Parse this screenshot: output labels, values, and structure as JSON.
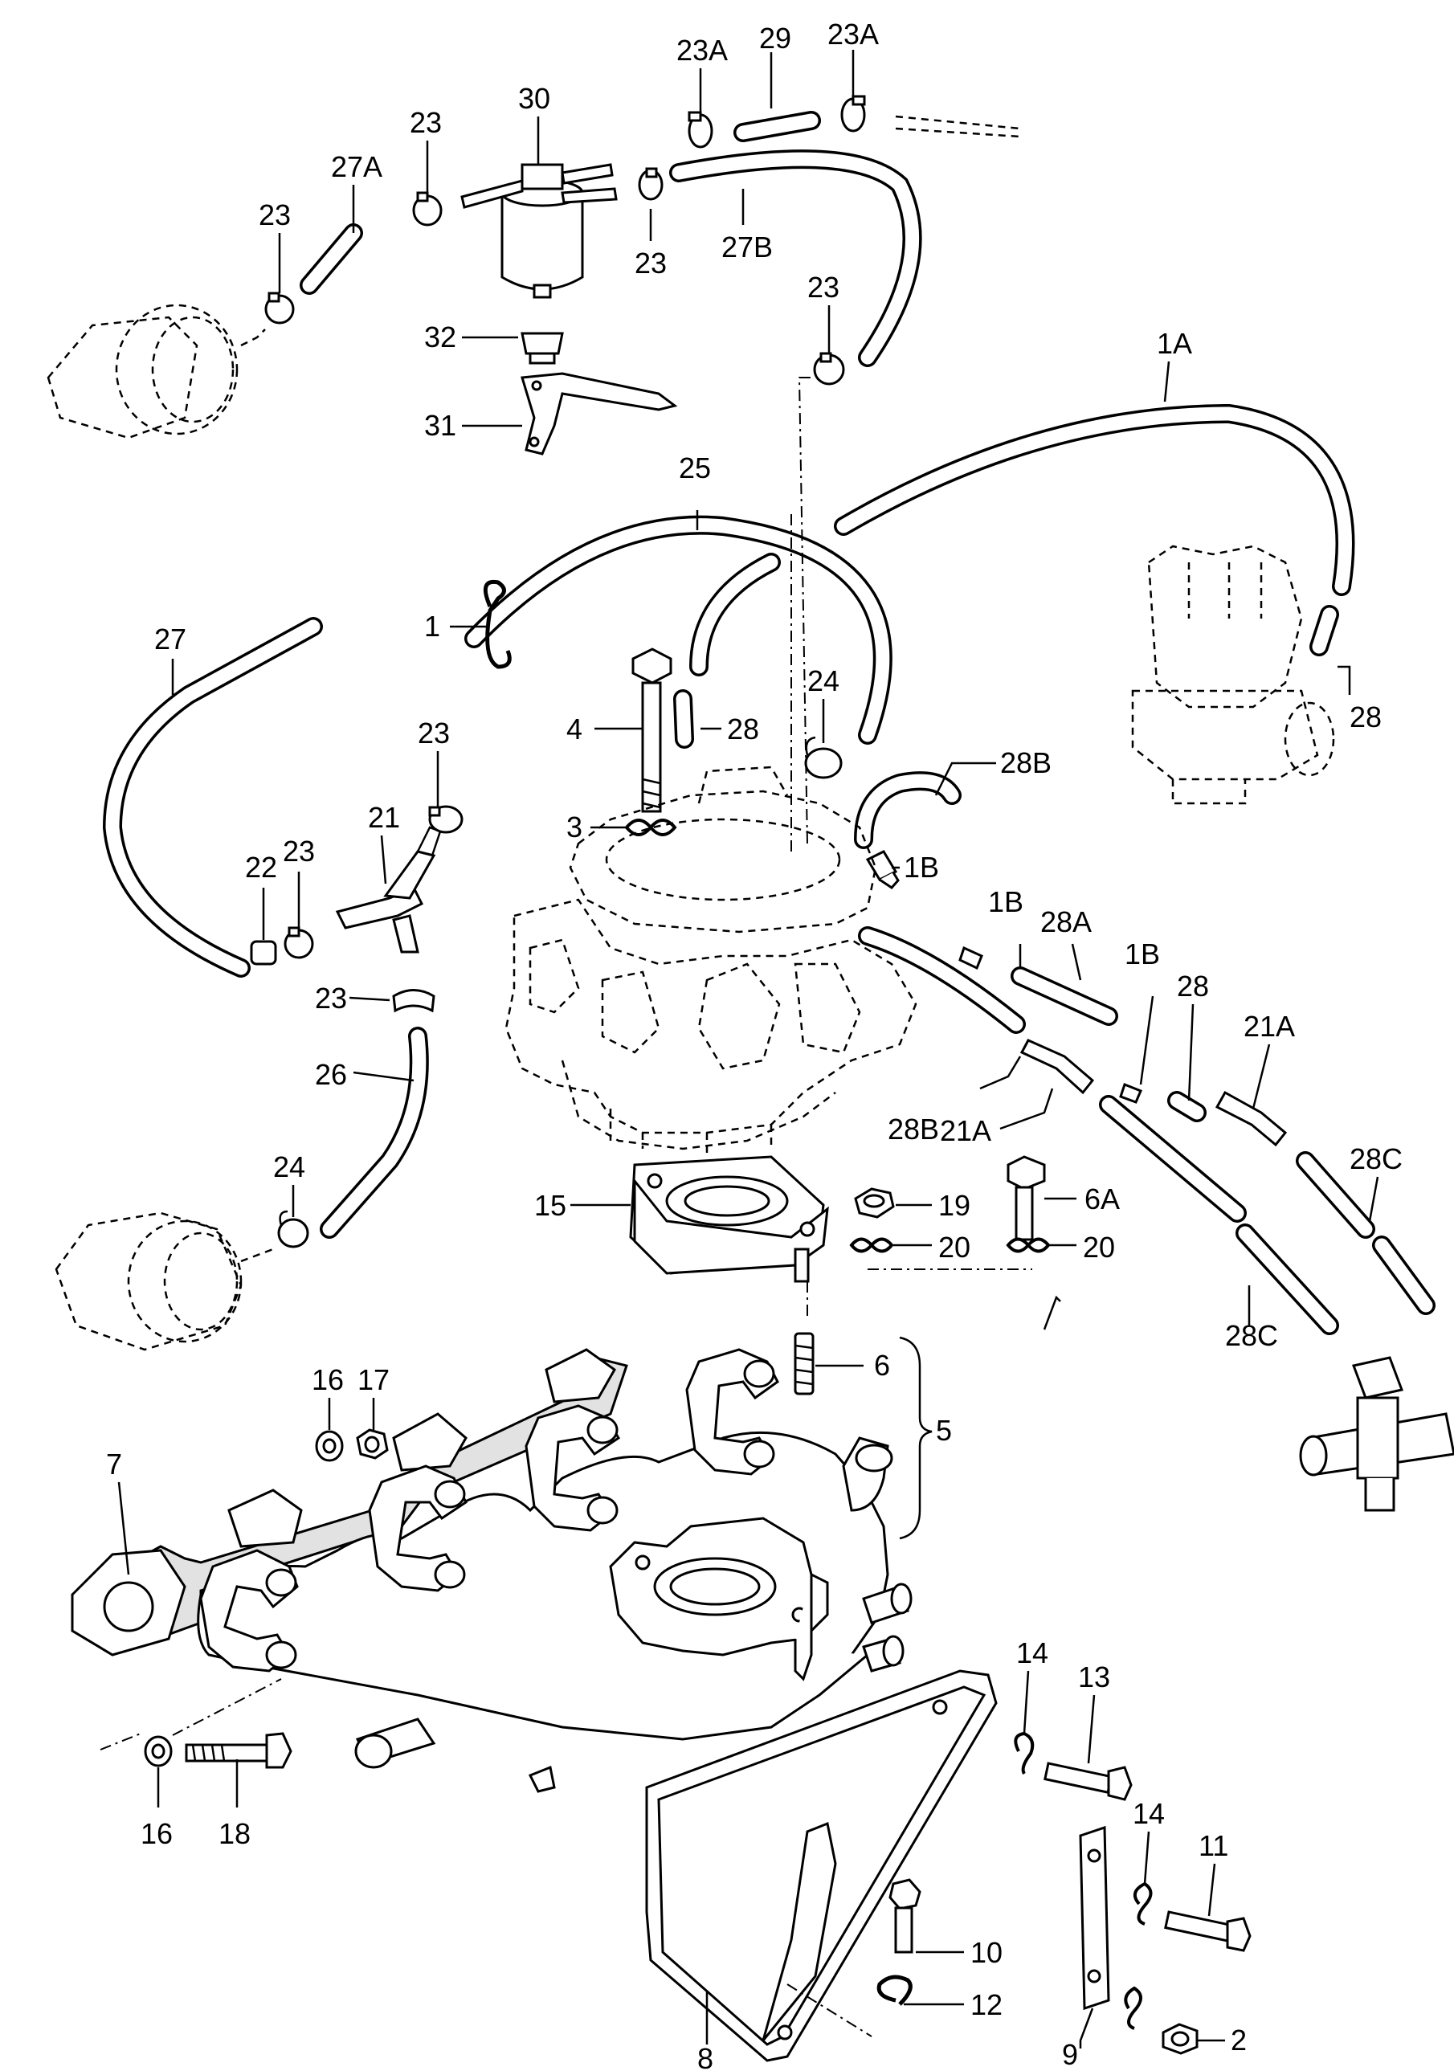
{
  "labels": {
    "l23A_a": "23A",
    "l29": "29",
    "l23A_b": "23A",
    "l30": "30",
    "l23_a": "23",
    "l27A": "27A",
    "l23_b": "23",
    "l23_c": "23",
    "l27B": "27B",
    "l23_d": "23",
    "l32": "32",
    "l31": "31",
    "l1A": "1A",
    "l25": "25",
    "l1": "1",
    "l27": "27",
    "l4": "4",
    "l28_a": "28",
    "l24_a": "24",
    "l28_b": "28",
    "l28B_a": "28B",
    "l23_e": "23",
    "l3": "3",
    "l1B_a": "1B",
    "l21": "21",
    "l22": "22",
    "l23_f": "23",
    "l1B_b": "1B",
    "l28A": "28A",
    "l1B_c": "1B",
    "l28_c": "28",
    "l21A_a": "21A",
    "l23_g": "23",
    "l28B_b": "28B",
    "l21A_b": "21A",
    "l26": "26",
    "l24_b": "24",
    "l28C_a": "28C",
    "l15": "15",
    "l19": "19",
    "l6A": "6A",
    "l20_a": "20",
    "l20_b": "20",
    "l28C_b": "28C",
    "l16_a": "16",
    "l17": "17",
    "l6": "6",
    "l5": "5",
    "l7": "7",
    "l14_a": "14",
    "l13": "13",
    "l16_b": "16",
    "l18": "18",
    "l14_b": "14",
    "l11": "11",
    "l10": "10",
    "l12": "12",
    "l2": "2",
    "l9": "9",
    "l8": "8"
  }
}
